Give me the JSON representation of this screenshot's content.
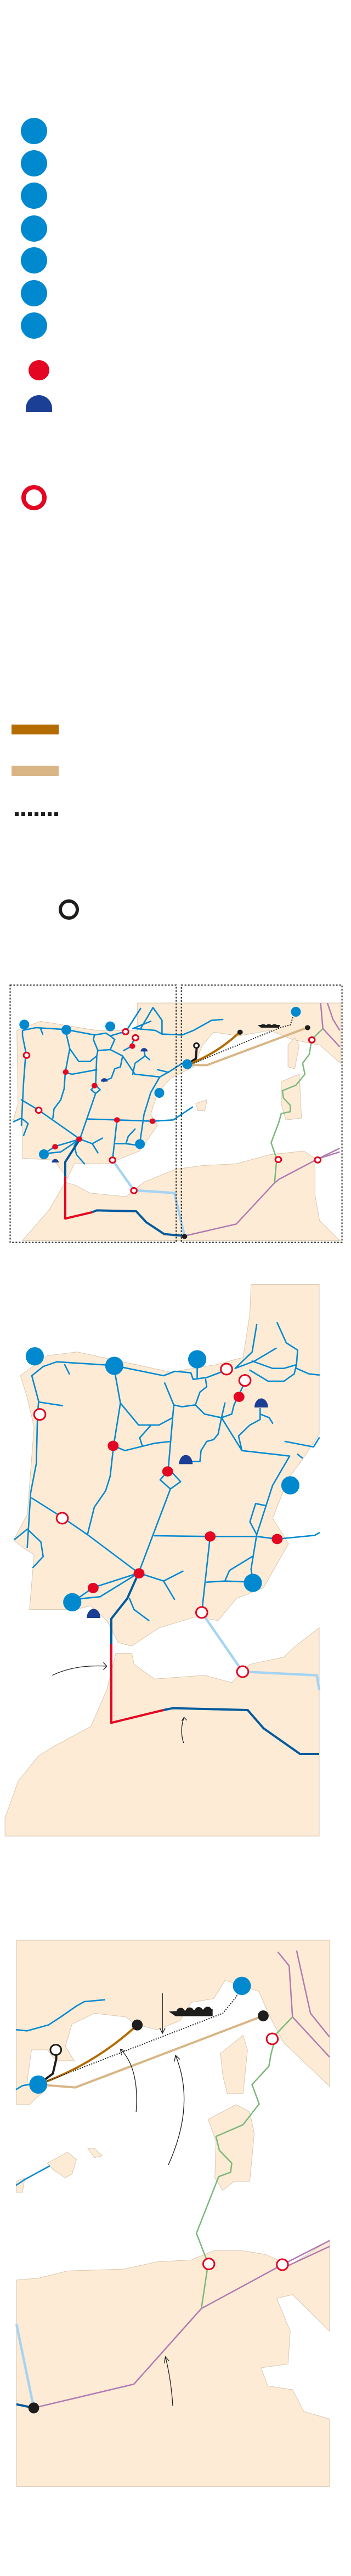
{
  "colors": {
    "pipeline_network": "#0089cf",
    "interconnection_existing": "#005a9c",
    "interconnection_highlight": "#e30521",
    "pipeline_light": "#a5d4f3",
    "pipeline_purple": "#b07ab0",
    "pipeline_green": "#7ab87a",
    "project_brown": "#b46b00",
    "project_tan": "#d9b585",
    "land": "#fdebd6",
    "storage": "#1a3f94"
  },
  "legend": {
    "items": [
      {
        "icon": "lng-terminal-icon",
        "count": 7
      },
      {
        "icon": "compressor-station-icon"
      },
      {
        "icon": "underground-storage-icon"
      },
      {
        "icon": "entry-point-icon"
      },
      {
        "icon": "pipeline-brown-icon"
      },
      {
        "icon": "pipeline-tan-icon"
      },
      {
        "icon": "shipping-route-dotted-icon"
      },
      {
        "icon": "planned-terminal-ring-icon"
      }
    ]
  },
  "maps": [
    {
      "name": "overview-map-iberia-italy-north-africa"
    },
    {
      "name": "detail-map-iberia"
    },
    {
      "name": "detail-map-western-mediterranean"
    }
  ]
}
